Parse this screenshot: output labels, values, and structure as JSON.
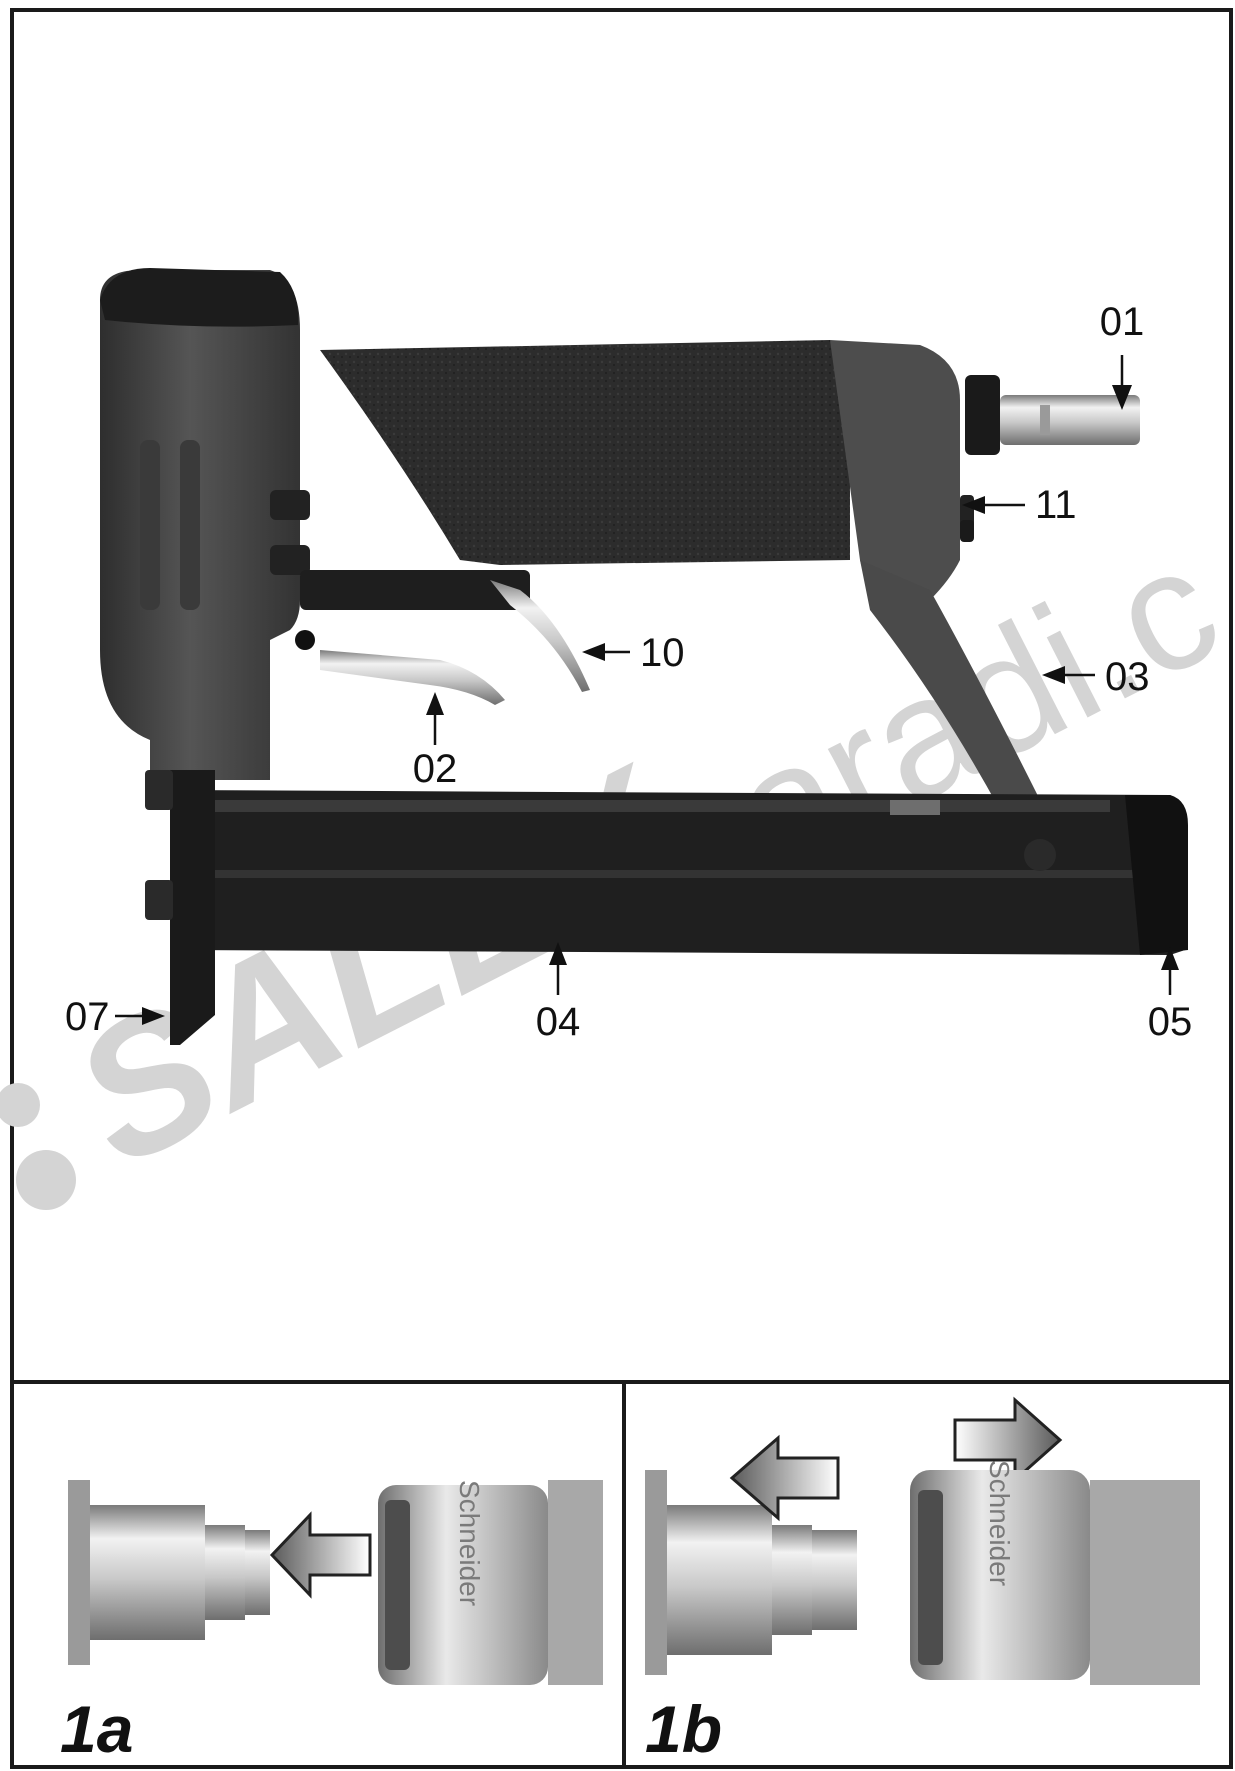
{
  "colors": {
    "frame": "#1a1a1a",
    "tool_body": "#4a4a4a",
    "tool_dark": "#262626",
    "grip": "#2f2f2f",
    "metal_light": "#e3e3e3",
    "metal_dark": "#8c8c8c",
    "watermark": "#d4d4d4"
  },
  "watermark": {
    "brand": "SALEX",
    "suffix": "naradi.c"
  },
  "main_figure": {
    "callouts": [
      {
        "id": "01",
        "text": "01"
      },
      {
        "id": "02",
        "text": "02"
      },
      {
        "id": "03",
        "text": "03"
      },
      {
        "id": "04",
        "text": "04"
      },
      {
        "id": "05",
        "text": "05"
      },
      {
        "id": "07",
        "text": "07"
      },
      {
        "id": "10",
        "text": "10"
      },
      {
        "id": "11",
        "text": "11"
      }
    ]
  },
  "panels": [
    {
      "id": "1a",
      "label": "1a",
      "coupler_text": "Schneider",
      "arrows": [
        "left"
      ]
    },
    {
      "id": "1b",
      "label": "1b",
      "coupler_text": "Schneider",
      "arrows": [
        "left",
        "right"
      ]
    }
  ]
}
